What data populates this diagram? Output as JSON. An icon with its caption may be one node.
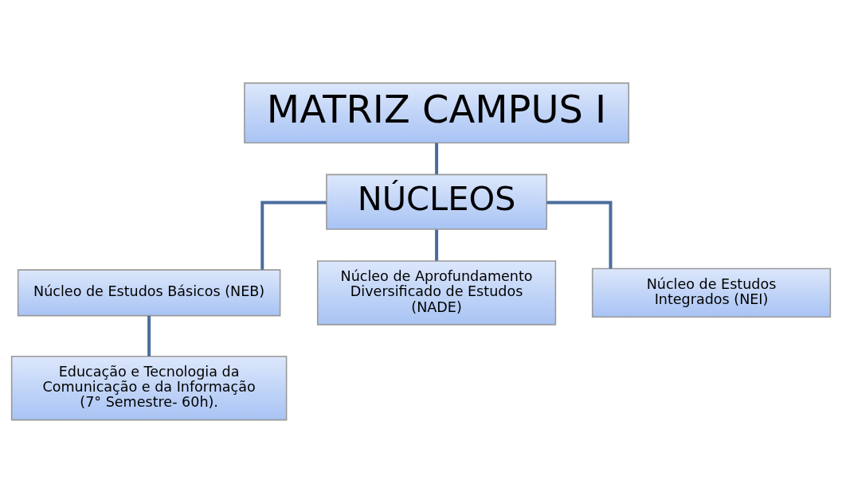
{
  "diagram": {
    "nodes": [
      {
        "text": [
          "MATRIZ CAMPUS I"
        ]
      },
      {
        "text": [
          "NÚCLEOS"
        ]
      },
      {
        "text": [
          "Núcleo de Estudos Básicos (NEB)"
        ]
      },
      {
        "text": [
          "Núcleo de Aprofundamento Diversificado de Estudos (NADE)"
        ]
      },
      {
        "text": [
          "Núcleo de Estudos Integrados (NEI)"
        ]
      },
      {
        "text": [
          "Educação e Tecnologia da Comunicação e da Informação (7° Semestre- 60h)."
        ]
      }
    ],
    "edges": [
      {
        "from": 0,
        "to": 1,
        "arrow": "none"
      },
      {
        "from": 1,
        "to": 2,
        "arrow": "none"
      },
      {
        "from": 1,
        "to": 3,
        "arrow": "none"
      },
      {
        "from": 1,
        "to": 4,
        "arrow": "none"
      },
      {
        "from": 2,
        "to": 5,
        "arrow": "none"
      }
    ]
  }
}
